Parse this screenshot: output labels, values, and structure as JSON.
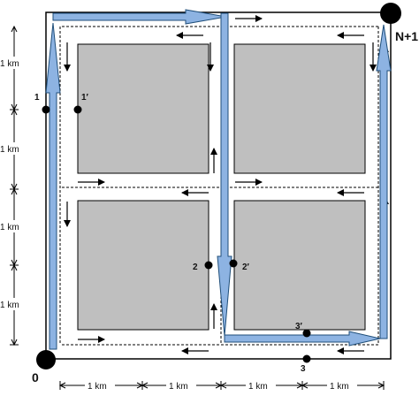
{
  "nodes": {
    "origin": "0",
    "destination": "N+1",
    "n1": "1",
    "n1p": "1′",
    "n2": "2",
    "n2p": "2′",
    "n3": "3",
    "n3p": "3′"
  },
  "scale": {
    "km_label": "1 km"
  },
  "colors": {
    "route_fill": "#8db3e2",
    "route_stroke": "#1f4e79",
    "block_fill": "#bfbfbf",
    "line": "#000000"
  }
}
